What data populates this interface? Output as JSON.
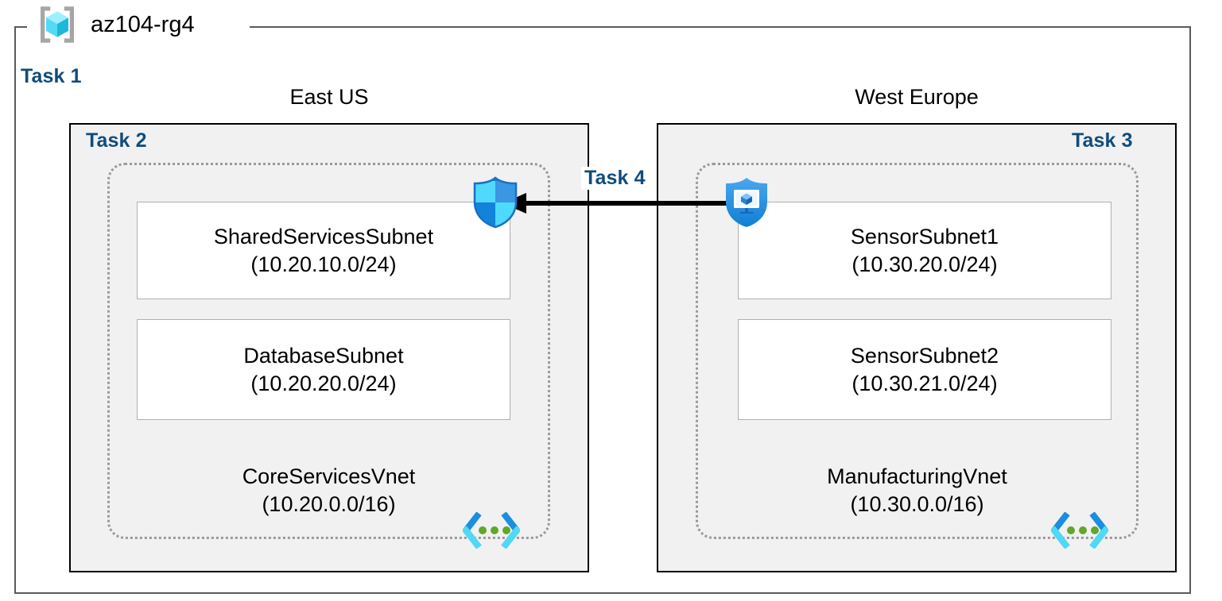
{
  "resource_group": {
    "name": "az104-rg4",
    "icon": "resource-group-cube-icon"
  },
  "tasks": {
    "task1": "Task 1",
    "task2": "Task 2",
    "task3": "Task 3",
    "task4": "Task 4"
  },
  "colors": {
    "task_label": "#104c7c",
    "region_fill": "#f1f1f1",
    "region_border": "#000000",
    "vnet_border": "#9a9a9a",
    "subnet_border": "#b0b0b0",
    "rg_border": "#5a5a5a",
    "arrow": "#000000",
    "azure_blue": "#0078d4",
    "azure_cyan": "#50e6ff",
    "vnet_dot_green": "#5fa828"
  },
  "regions": [
    {
      "id": "eastus",
      "title": "East US",
      "task_badge": "Task 2",
      "vnet": {
        "name": "CoreServicesVnet",
        "cidr": "(10.20.0.0/16)",
        "icon": "vnet-icon"
      },
      "subnets": [
        {
          "name": "SharedServicesSubnet",
          "cidr": "(10.20.10.0/24)"
        },
        {
          "name": "DatabaseSubnet",
          "cidr": "(10.20.20.0/24)"
        }
      ]
    },
    {
      "id": "westeurope",
      "title": "West Europe",
      "task_badge": "Task 3",
      "vnet": {
        "name": "ManufacturingVnet",
        "cidr": "(10.30.0.0/16)",
        "icon": "vnet-icon"
      },
      "subnets": [
        {
          "name": "SensorSubnet1",
          "cidr": "(10.30.20.0/24)"
        },
        {
          "name": "SensorSubnet2",
          "cidr": "(10.30.21.0/24)"
        }
      ]
    }
  ],
  "icons": {
    "nsg_shield": "network-security-group-shield-icon",
    "bastion_shield": "bastion-shield-monitor-icon",
    "vnet_glyph": "vnet-brackets-icon"
  },
  "connection": {
    "label": "Task 4",
    "direction": "right-to-left",
    "from": "ManufacturingVnet",
    "to": "CoreServicesVnet"
  }
}
